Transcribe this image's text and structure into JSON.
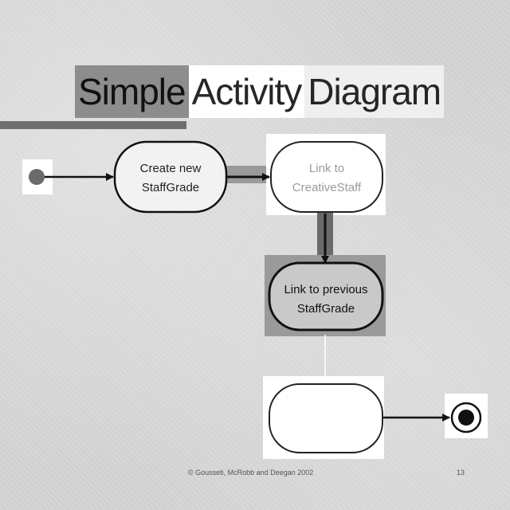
{
  "slide": {
    "title_words": [
      "Simple",
      "Activity",
      "Diagram"
    ],
    "footer_text": "© Gousseti, McRobb and Deegan 2002",
    "page_number": "13"
  },
  "diagram": {
    "nodes": [
      {
        "id": "create",
        "lines": [
          "Create new",
          "StaffGrade"
        ]
      },
      {
        "id": "link-creative",
        "lines": [
          "Link to",
          "CreativeStaff"
        ]
      },
      {
        "id": "link-previous",
        "lines": [
          "Link to previous",
          "StaffGrade"
        ]
      },
      {
        "id": "blank",
        "lines": []
      }
    ]
  },
  "colors": {
    "title_highlight": "#8d8d8d",
    "node_fill_default": "#f2f2f2",
    "node_fill_active": "#c9c9c9",
    "stroke": "#111111",
    "initial_node": "#6b6b6b"
  }
}
